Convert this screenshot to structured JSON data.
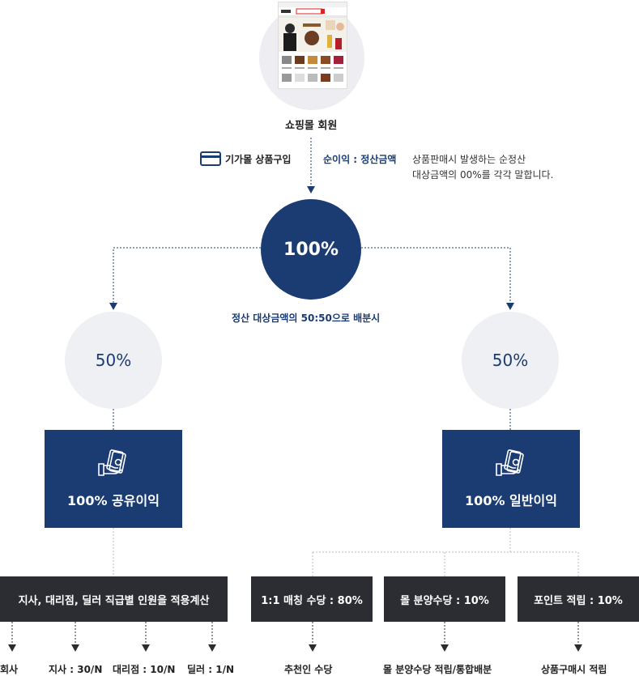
{
  "top": {
    "shop_member": "쇼핑몰 회원"
  },
  "purchase": {
    "label": "기가몰 상품구입"
  },
  "net_profit": {
    "label": "순이익 : 정산금액",
    "desc_line1": "상품판매시 발생하는 순정산",
    "desc_line2": "대상금액의 00%를 각각 말합니다."
  },
  "center": {
    "percent": "100%",
    "caption": "정산 대상금액의 50:50으로 배분시"
  },
  "left": {
    "percent": "50%",
    "box_label": "100% 공유이익"
  },
  "right": {
    "percent": "50%",
    "box_label": "100% 일반이익"
  },
  "left_branch": {
    "box": "지사, 대리점, 딜러 직급별 인원을 적용계산",
    "outputs": [
      "회사",
      "지사 : 30/N",
      "대리점 : 10/N",
      "딜러 : 1/N"
    ]
  },
  "right_branch": {
    "boxes": [
      "1:1 매칭 수당 : 80%",
      "몰 분양수당 : 10%",
      "포인트 적립 : 10%"
    ],
    "outputs": [
      "추천인 수당",
      "몰 분양수당 적립/통합배분",
      "상품구매시 적립"
    ]
  },
  "colors": {
    "navy": "#1b3c73",
    "dark": "#2b2d33",
    "light": "#eef0f4"
  },
  "icons": [
    "credit-card-icon",
    "money-hand-icon"
  ]
}
